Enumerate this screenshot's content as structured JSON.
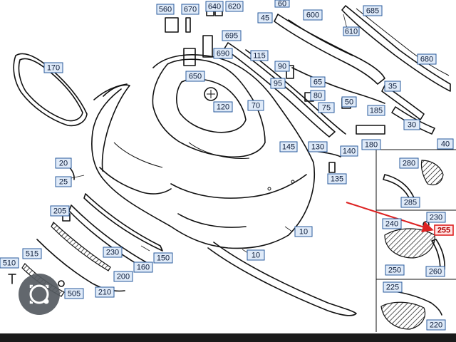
{
  "callouts": [
    {
      "id": "c560",
      "label": "560",
      "highlight": false
    },
    {
      "id": "c670",
      "label": "670",
      "highlight": false
    },
    {
      "id": "c640",
      "label": "640",
      "highlight": false
    },
    {
      "id": "c620",
      "label": "620",
      "highlight": false
    },
    {
      "id": "c45",
      "label": "45",
      "highlight": false
    },
    {
      "id": "c60",
      "label": "60",
      "highlight": false
    },
    {
      "id": "c600",
      "label": "600",
      "highlight": false
    },
    {
      "id": "c685",
      "label": "685",
      "highlight": false
    },
    {
      "id": "c610",
      "label": "610",
      "highlight": false
    },
    {
      "id": "c695",
      "label": "695",
      "highlight": false
    },
    {
      "id": "c680",
      "label": "680",
      "highlight": false
    },
    {
      "id": "c690",
      "label": "690",
      "highlight": false
    },
    {
      "id": "c115",
      "label": "115",
      "highlight": false
    },
    {
      "id": "c90",
      "label": "90",
      "highlight": false
    },
    {
      "id": "c650",
      "label": "650",
      "highlight": false
    },
    {
      "id": "c170",
      "label": "170",
      "highlight": false
    },
    {
      "id": "c95",
      "label": "95",
      "highlight": false
    },
    {
      "id": "c65",
      "label": "65",
      "highlight": false
    },
    {
      "id": "c35",
      "label": "35",
      "highlight": false
    },
    {
      "id": "c80",
      "label": "80",
      "highlight": false
    },
    {
      "id": "c50",
      "label": "50",
      "highlight": false
    },
    {
      "id": "c120",
      "label": "120",
      "highlight": false
    },
    {
      "id": "c70",
      "label": "70",
      "highlight": false
    },
    {
      "id": "c75",
      "label": "75",
      "highlight": false
    },
    {
      "id": "c185",
      "label": "185",
      "highlight": false
    },
    {
      "id": "c30",
      "label": "30",
      "highlight": false
    },
    {
      "id": "c40",
      "label": "40",
      "highlight": false
    },
    {
      "id": "c180",
      "label": "180",
      "highlight": false
    },
    {
      "id": "c145",
      "label": "145",
      "highlight": false
    },
    {
      "id": "c130",
      "label": "130",
      "highlight": false
    },
    {
      "id": "c140",
      "label": "140",
      "highlight": false
    },
    {
      "id": "c20",
      "label": "20",
      "highlight": false
    },
    {
      "id": "c280",
      "label": "280",
      "highlight": false
    },
    {
      "id": "c135",
      "label": "135",
      "highlight": false
    },
    {
      "id": "c25",
      "label": "25",
      "highlight": false
    },
    {
      "id": "c285",
      "label": "285",
      "highlight": false
    },
    {
      "id": "c205",
      "label": "205",
      "highlight": false
    },
    {
      "id": "c230a",
      "label": "230",
      "highlight": false
    },
    {
      "id": "c240",
      "label": "240",
      "highlight": false
    },
    {
      "id": "c255",
      "label": "255",
      "highlight": true
    },
    {
      "id": "c10a",
      "label": "10",
      "highlight": false
    },
    {
      "id": "c230b",
      "label": "230",
      "highlight": false
    },
    {
      "id": "c150",
      "label": "150",
      "highlight": false
    },
    {
      "id": "c10b",
      "label": "10",
      "highlight": false
    },
    {
      "id": "c250",
      "label": "250",
      "highlight": false
    },
    {
      "id": "c260",
      "label": "260",
      "highlight": false
    },
    {
      "id": "c510",
      "label": "510",
      "highlight": false
    },
    {
      "id": "c515",
      "label": "515",
      "highlight": false
    },
    {
      "id": "c160",
      "label": "160",
      "highlight": false
    },
    {
      "id": "c200",
      "label": "200",
      "highlight": false
    },
    {
      "id": "c225",
      "label": "225",
      "highlight": false
    },
    {
      "id": "c505",
      "label": "505",
      "highlight": false
    },
    {
      "id": "c210",
      "label": "210",
      "highlight": false
    },
    {
      "id": "c220",
      "label": "220",
      "highlight": false
    }
  ],
  "colors": {
    "callout_fill": "#dfeaf8",
    "callout_border": "#2a5b9c",
    "highlight": "#d22222",
    "line": "#111111"
  },
  "icons": [
    "lens-search-icon"
  ]
}
